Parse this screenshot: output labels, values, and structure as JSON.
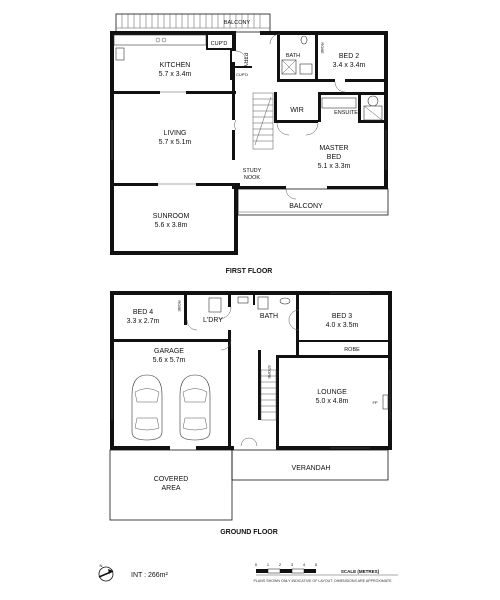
{
  "first_floor": {
    "title": "FIRST FLOOR",
    "rooms": {
      "balcony_top": "BALCONY",
      "kitchen_name": "KITCHEN",
      "kitchen_dim": "5.7 x 3.4m",
      "cupd": "CUP'D",
      "ptry": "PTRY",
      "cupd2": "CUP'D",
      "bath": "BATH",
      "robe": "ROBE",
      "bed2_name": "BED 2",
      "bed2_dim": "3.4 x 3.4m",
      "wir": "WIR",
      "ensuite": "ENSUITE",
      "living_name": "LIVING",
      "living_dim": "5.7 x 5.1m",
      "master_name": "MASTER",
      "master_name2": "BED",
      "master_dim": "5.1 x 3.3m",
      "study": "STUDY",
      "nook": "NOOK",
      "balcony_mid": "BALCONY",
      "sunroom_name": "SUNROOM",
      "sunroom_dim": "5.6 x 3.8m"
    }
  },
  "ground_floor": {
    "title": "GROUND FLOOR",
    "rooms": {
      "bed4_name": "BED 4",
      "bed4_dim": "3.3 x 2.7m",
      "robe": "ROBE",
      "ldry": "L'DRY",
      "bath": "BATH",
      "bed3_name": "BED 3",
      "bed3_dim": "4.0 x 3.5m",
      "robe2": "ROBE",
      "garage_name": "GARAGE",
      "garage_dim": "5.6 x 5.7m",
      "store": "STORE",
      "lounge_name": "LOUNGE",
      "lounge_dim": "5.0 x 4.8m",
      "fp": "FP",
      "verandah": "VERANDAH",
      "covered_name": "COVERED",
      "covered_name2": "AREA"
    }
  },
  "footer": {
    "north_label": "N",
    "area": "INT : 266m²",
    "scale_label": "SCALE (METRES)",
    "scale_ticks": [
      "0",
      "1",
      "2",
      "3",
      "4",
      "5"
    ],
    "disclaimer": "PLANS SHOWN ONLY INDICATIVE OF LAYOUT. DIMENSIONS ARE APPROXIMATE."
  }
}
